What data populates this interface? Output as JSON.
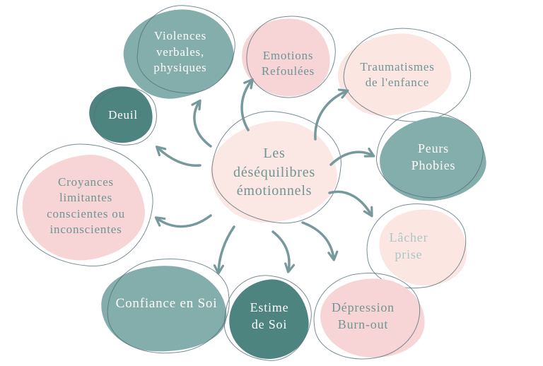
{
  "diagram": {
    "type": "mind-map",
    "center": {
      "label": "Les\ndéséquilibres\némotionnels"
    },
    "nodes": {
      "violences": {
        "label": "Violences\nverbales,\nphysiques"
      },
      "emotions": {
        "label": "Emotions\nRefoulées"
      },
      "traumatismes": {
        "label": "Traumatismes\nde l'enfance"
      },
      "deuil": {
        "label": "Deuil"
      },
      "peurs": {
        "label": "Peurs\nPhobies"
      },
      "croyances": {
        "label": "Croyances\nlimitantes\nconscientes ou\ninconscientes"
      },
      "lacher": {
        "label": "Lâcher\nprise"
      },
      "confiance": {
        "label": "Confiance en Soi"
      },
      "estime": {
        "label": "Estime\nde Soi"
      },
      "depression": {
        "label": "Dépression\nBurn-out"
      }
    }
  },
  "colors": {
    "background": "#ffffff",
    "teal_blob": "#84aeab",
    "teal_blob_dark": "#4d8480",
    "pink_blob": "#f7d4d5",
    "pink_blob_light": "#fbe6e2",
    "center_blob": "#fbe7e3",
    "text_teal": "#6f9594",
    "text_light_teal": "#aac7c5",
    "text_white": "#ffffff",
    "outline": "#566f7a",
    "arrow": "#76999b"
  }
}
